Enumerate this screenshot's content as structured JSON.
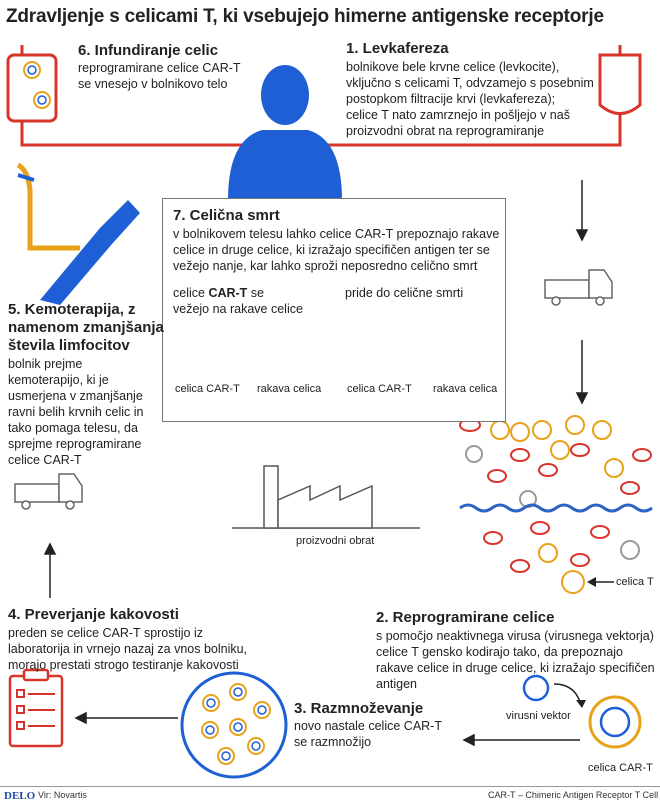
{
  "title": "Zdravljenje s celicami T, ki vsebujejo himerne antigenske receptorje",
  "steps": {
    "s1": {
      "heading": "1. Levkafereza",
      "text": [
        "bolnikove bele krvne celice (levkocite),",
        "vključno s celicami T, odvzamejo s posebnim",
        "postopkom filtracije krvi (levkafereza);",
        "celice T nato zamrznejo in pošljejo v naš",
        "proizvodni obrat na reprogramiranje"
      ]
    },
    "s2": {
      "heading": "2. Reprogramirane celice",
      "text": [
        "s pomočjo neaktivnega virusa (virusnega vektorja)",
        "celice T gensko kodirajo tako, da prepoznajo",
        "rakave celice in druge celice, ki izražajo specifičen",
        "antigen"
      ]
    },
    "s3": {
      "heading": "3. Razmnoževanje",
      "text": [
        "novo nastale celice CAR-T",
        "se razmnožijo"
      ]
    },
    "s4": {
      "heading": "4. Preverjanje kakovosti",
      "text": [
        "preden se celice CAR-T sprostijo iz",
        "laboratorija in vrnejo nazaj za vnos bolniku,",
        "morajo prestati strogo testiranje kakovosti"
      ]
    },
    "s5": {
      "heading": [
        "5. Kemoterapija, z",
        "namenom zmanjšanja",
        "števila limfocitov"
      ],
      "text": [
        "bolnik prejme",
        "kemoterapijo, ki je",
        "usmerjena v zmanjšanje",
        "ravni belih krvnih celic in",
        "tako pomaga telesu, da",
        "sprejme reprogramirane",
        "celice CAR-T"
      ]
    },
    "s6": {
      "heading": "6. Infundiranje celic",
      "text": [
        "reprogramirane celice CAR-T",
        "se vnesejo v bolnikovo telo"
      ]
    },
    "s7": {
      "heading": "7. Celična smrt",
      "text": [
        "v bolnikovem telesu lahko celice CAR-T prepoznajo rakave",
        "celice in druge celice, ki izražajo specifičen antigen ter se",
        "vežejo nanje, kar lahko sproži neposredno celično smrt"
      ],
      "left_caption_pre": "celice ",
      "left_caption_bold": "CAR-T",
      "left_caption_post": " se",
      "left_caption_line2": "vežejo na rakave celice",
      "right_caption": "pride do celične smrti",
      "label_cart_1": "celica CAR-T",
      "label_cancer_1": "rakava celica",
      "label_cart_2": "celica CAR-T",
      "label_cancer_2": "rakava celica"
    }
  },
  "labels": {
    "factory": "proizvodni obrat",
    "celica_t": "celica T",
    "virusni_vektor": "virusni vektor",
    "celica_cart": "celica CAR-T"
  },
  "footer": {
    "brand": "DELO",
    "source": "Vir: Novartis",
    "note": "CAR-T – Chimeric Antigen Receptor T Cell"
  },
  "colors": {
    "red": "#d9342b",
    "blue": "#1f5fd6",
    "orange": "#e8a21a",
    "dark_red": "#8b1c1c",
    "water": "#2a63c9",
    "grey": "#9a9a9a"
  }
}
